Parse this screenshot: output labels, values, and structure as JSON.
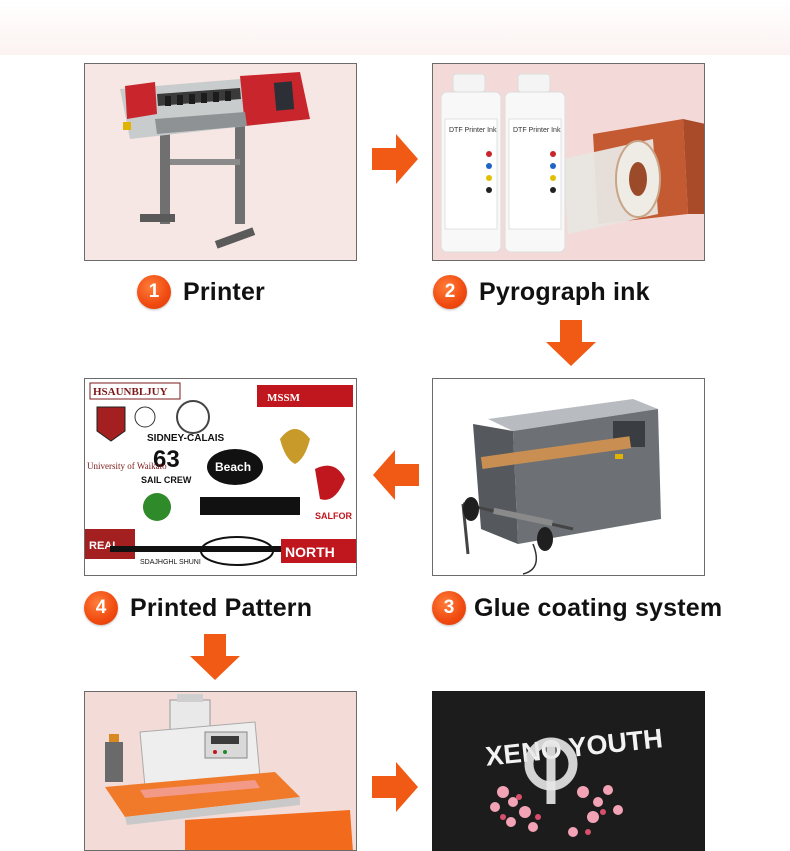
{
  "steps": [
    {
      "number": "1",
      "label": "Printer"
    },
    {
      "number": "2",
      "label": "Pyrograph ink"
    },
    {
      "number": "3",
      "label": "Glue coating system"
    },
    {
      "number": "4",
      "label": "Printed Pattern"
    }
  ],
  "images": {
    "ink_bottle_title": "DTF Printer Ink",
    "tshirt_print_text": "XENO YOUTH",
    "pattern_texts": [
      "HSAUNBLJUY",
      "MSSM",
      "SIDNEY-CALAIS",
      "63",
      "SAIL CREW",
      "University of Waikato",
      "Beach",
      "REAL",
      "NORTH",
      "SALFOR",
      "SDAJHGHL SHUNI"
    ]
  },
  "colors": {
    "accent_orange": "#f04a10",
    "panel_border": "#6b6b6b"
  }
}
